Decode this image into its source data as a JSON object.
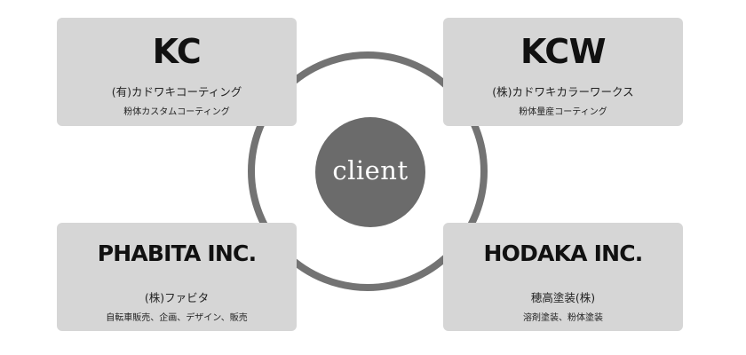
{
  "center": {
    "label": "client"
  },
  "companies": [
    {
      "name": "KC",
      "company": "(有)カドワキコーティング",
      "service": "粉体カスタムコーティング"
    },
    {
      "name": "KCW",
      "company": "(株)カドワキカラーワークス",
      "service": "粉体量産コーティング"
    },
    {
      "name": "PHABITA INC.",
      "company": "(株)ファビタ",
      "service": "自転車販売、企画、デザイン、販売"
    },
    {
      "name": "HODAKA INC.",
      "company": "穂高塗装(株)",
      "service": "溶剤塗装、粉体塗装"
    }
  ],
  "colors": {
    "ring": "#737373",
    "client_fill": "#6b6b6b",
    "card_fill": "#d6d6d6",
    "text_dark": "#111111"
  }
}
